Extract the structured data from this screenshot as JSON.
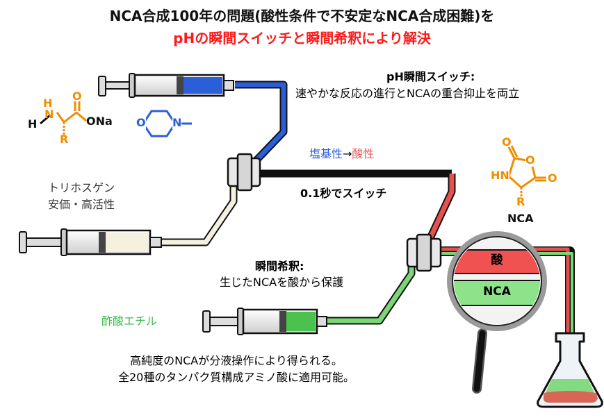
{
  "title": {
    "line1": "NCA合成100年の問題(酸性条件で不安定なNCA合成困難)を",
    "line2": "pHの瞬間スイッチと瞬間希釈により解決"
  },
  "labels": {
    "ph_switch_heading": "pH瞬間スイッチ:",
    "ph_switch_desc": "速やかな反応の進行とNCAの重合抑止を両立",
    "base": "塩基性",
    "arrow": "→",
    "acid": "酸性",
    "switch_time": "0.1秒でスイッチ",
    "triphosgene_1": "トリホスゲン",
    "triphosgene_2": "安価・高活性",
    "dilution_heading": "瞬間希釈:",
    "dilution_desc": "生じたNCAを酸から保護",
    "ethyl_acetate": "酢酸エチル",
    "result_1": "高純度のNCAが分液操作により得られる。",
    "result_2": "全20種のタンパク質構成アミノ酸に適用可能。"
  },
  "chem": {
    "amino_h": "H",
    "amino_hn": "H",
    "amino_n": "N",
    "amino_o": "O",
    "amino_ona": "ONa",
    "amino_r": "R",
    "morph_o": "O",
    "morph_n": "N",
    "nca_o1": "O",
    "nca_hn": "HN",
    "nca_o2": "O",
    "nca_o3": "O",
    "nca_r": "R",
    "nca_label": "NCA"
  },
  "magnifier": {
    "acid_label": "酸",
    "nca_label": "NCA"
  },
  "colors": {
    "blue": "#2a5fd8",
    "red": "#e8504f",
    "green": "#7ad676",
    "orange": "#f08c00",
    "title_red": "#ff1a1a"
  }
}
